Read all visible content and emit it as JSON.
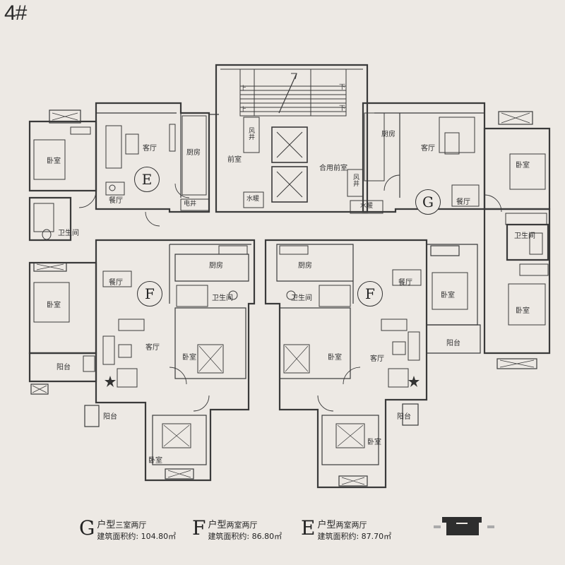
{
  "building_number": "4#",
  "room_labels": {
    "bedroom": "卧室",
    "living_room": "客厅",
    "dining_room": "餐厅",
    "kitchen": "厨房",
    "bathroom": "卫生间",
    "balcony": "阳台",
    "stair_hall": "前室",
    "shared_lobby": "合用前室",
    "hot_water_shaft": "水暖",
    "electrical_shaft": "电井",
    "air_shaft": "风井",
    "stair_up": "上",
    "stair_down": "下"
  },
  "unit_badges": {
    "e": "E",
    "g": "G",
    "f_left": "F",
    "f_right": "F"
  },
  "legend": [
    {
      "letter": "G",
      "type_label": "户型",
      "rooms": "三室两厅",
      "area_label": "建筑面积约:",
      "area": "104.80㎡"
    },
    {
      "letter": "F",
      "type_label": "户型",
      "rooms": "两室两厅",
      "area_label": "建筑面积约:",
      "area": "86.80㎡"
    },
    {
      "letter": "E",
      "type_label": "户型",
      "rooms": "两室两厅",
      "area_label": "建筑面积约:",
      "area": "87.70㎡"
    }
  ],
  "colors": {
    "background": "#ede9e4",
    "wall": "#3a3a3a",
    "fill": "#efece8"
  }
}
